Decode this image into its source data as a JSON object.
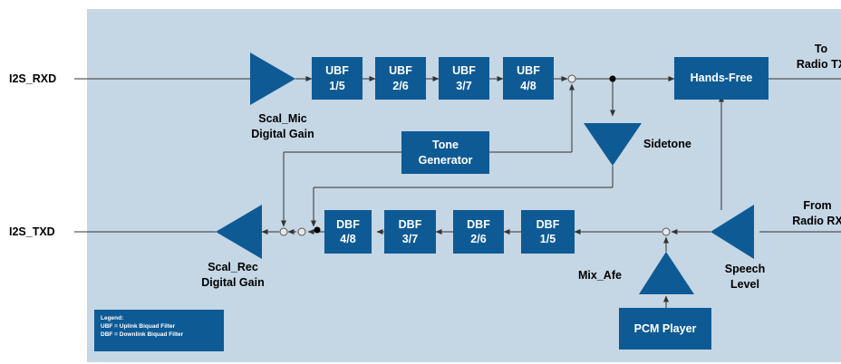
{
  "signals": {
    "i2s_rxd": "I2S_RXD",
    "i2s_txd": "I2S_TXD",
    "to_radio_tx": "To\nRadio TX",
    "from_radio_rx": "From\nRadio RX"
  },
  "uplink_filters": [
    "UBF\n1/5",
    "UBF\n2/6",
    "UBF\n3/7",
    "UBF\n4/8"
  ],
  "downlink_filters": [
    "DBF\n4/8",
    "DBF\n3/7",
    "DBF\n2/6",
    "DBF\n1/5"
  ],
  "blocks": {
    "hands_free": "Hands-Free",
    "tone_generator": "Tone\nGenerator",
    "pcm_player": "PCM Player"
  },
  "amplifiers": {
    "scal_mic": "Scal_Mic\nDigital Gain",
    "sidetone": "Sidetone",
    "scal_rec": "Scal_Rec\nDigital Gain",
    "speech_level": "Speech\nLevel",
    "mix_afe": "Mix_Afe"
  },
  "legend": {
    "title": "Legend:",
    "ubf": "UBF = Uplink Biquad Filter",
    "dbf": "DBF = Downlink Biquad Filter"
  },
  "colors": {
    "panel": "#c5d6e4",
    "block": "#0e5a95",
    "line": "#333333"
  }
}
